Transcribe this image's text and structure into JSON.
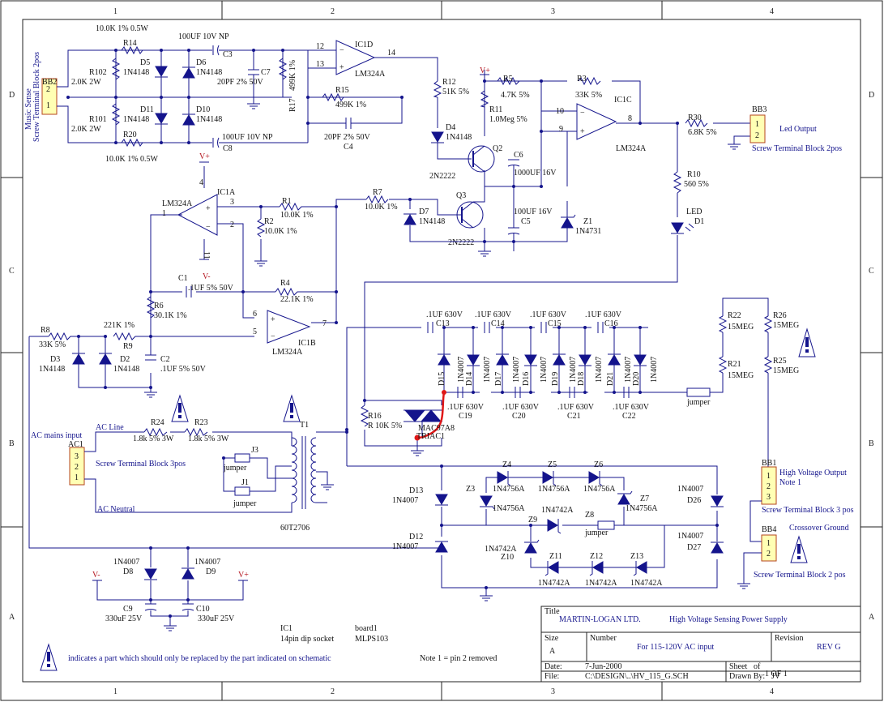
{
  "zones": {
    "columns": [
      "1",
      "2",
      "3",
      "4"
    ],
    "rows": [
      "D",
      "C",
      "B",
      "A"
    ]
  },
  "connectors": {
    "bb2": {
      "ref": "BB2",
      "pins": [
        "2",
        "1"
      ],
      "side_label_1": "Music Sense",
      "side_label_2": "Screw Terminal Block 2pos"
    },
    "bb3": {
      "ref": "BB3",
      "pins": [
        "1",
        "2"
      ],
      "title": "Led Output",
      "desc": "Screw Terminal Block 2pos"
    },
    "ac1": {
      "ref": "AC1",
      "pins": [
        "3",
        "2",
        "1"
      ],
      "title": "AC mains input",
      "desc": "Screw Terminal Block 3pos",
      "line": "AC Line",
      "neutral": "AC Neutral"
    },
    "bb1": {
      "ref": "BB1",
      "pins": [
        "1",
        "2",
        "3"
      ],
      "title": "High Voltage Output",
      "note": "Note 1",
      "desc": "Screw Terminal Block 3 pos"
    },
    "bb4": {
      "ref": "BB4",
      "pins": [
        "1",
        "2"
      ],
      "title": "Crossover Ground",
      "desc": "Screw Terminal Block 2 pos"
    }
  },
  "parts": {
    "r14": "R14",
    "r14v": "10.0K 1% 0.5W",
    "r20": "R20",
    "r20v": "10.0K 1% 0.5W",
    "r102": "R102",
    "r102v": "2.0K 2W",
    "r101": "R101",
    "r101v": "2.0K 2W",
    "d5": "D5",
    "d5v": "1N4148",
    "d6": "D6",
    "d6v": "1N4148",
    "d11": "D11",
    "d11v": "1N4148",
    "d10": "D10",
    "d10v": "1N4148",
    "c3": "C3",
    "c3v": "100UF 10V NP",
    "c8": "C8",
    "c8v": "100UF 10V NP",
    "c7": "C7",
    "c7v": "20PF 2% 50V",
    "r17": "R17",
    "r17v": "499K 1%",
    "ic1d": "IC1D",
    "ic1dv": "LM324A",
    "pin12": "12",
    "pin13": "13",
    "pin14": "14",
    "r15": "R15",
    "r15v": "499K 1%",
    "c4": "C4",
    "c4v": "20PF 2% 50V",
    "r12": "R12",
    "r12v": "51K 5%",
    "d4": "D4",
    "d4v": "1N4148",
    "q2": "Q2",
    "q2v": "2N2222",
    "q3": "Q3",
    "q3v": "2N2222",
    "vplus": "V+",
    "vminus": "V-",
    "r5": "R5",
    "r5v": "4.7K 5%",
    "r3": "R3",
    "r3v": "33K 5%",
    "r11": "R11",
    "r11v": "1.0Meg 5%",
    "c6": "C6",
    "c6v": "1000UF 16V",
    "c5": "C5",
    "c5v": "100UF 16V",
    "z1": "Z1",
    "z1v": "1N4731",
    "ic1c": "IC1C",
    "ic1cv": "LM324A",
    "pin10": "10",
    "pin9": "9",
    "pin8": "8",
    "r30": "R30",
    "r30v": "6.8K 5%",
    "r10": "R10",
    "r10v": "560 5%",
    "d1": "D1",
    "d1v": "LED",
    "ic1a": "IC1A",
    "ic1av": "LM324A",
    "pin4": "4",
    "pin3": "3",
    "pin2": "2",
    "pin1": "1",
    "pin11": "11",
    "r1": "R1",
    "r1v": "10.0K 1%",
    "r2": "R2",
    "r2v": "10.0K 1%",
    "r7": "R7",
    "r7v": "10.0K 1%",
    "d7": "D7",
    "d7v": "1N4148",
    "c1": "C1",
    "c1v": ".1UF 5% 50V",
    "r4": "R4",
    "r4v": "22.1K 1%",
    "r6": "R6",
    "r6v": "30.1K 1%",
    "ic1b": "IC1B",
    "ic1bv": "LM324A",
    "pin6": "6",
    "pin5": "5",
    "pin7": "7",
    "r8": "R8",
    "r8v": "33K 5%",
    "r9": "R9",
    "r9v": "221K 1%",
    "d3": "D3",
    "d3v": "1N4148",
    "d2": "D2",
    "d2v": "1N4148",
    "c2": "C2",
    "c2v": ".1UF 5% 50V",
    "c13": "C13",
    "c14": "C14",
    "c15": "C15",
    "c16": "C16",
    "c19": "C19",
    "c20": "C20",
    "c21": "C21",
    "c22": "C22",
    "c630": ".1UF 630V",
    "d15": "D15",
    "d14": "D14",
    "d17": "D17",
    "d16": "D16",
    "d19": "D19",
    "d18": "D18",
    "d21": "D21",
    "d20": "D20",
    "d1n4007": "1N4007",
    "r22": "R22",
    "r21": "R21",
    "r26": "R26",
    "r25": "R25",
    "r15meg": "15MEG",
    "jumper": "jumper",
    "r16": "R16",
    "r16v": "R 10K 5%",
    "triac": "MAC97A8",
    "triac_ref": "TRIAC1",
    "r24": "R24",
    "r24v": "1.8k 5% 3W",
    "r23": "R23",
    "r23v": "1.8k 5% 3W",
    "t1": "T1",
    "t1v": "60T2706",
    "j3": "J3",
    "j1": "J1",
    "d13": "D13",
    "d12": "D12",
    "d26": "D26",
    "d27": "D27",
    "z4": "Z4",
    "z5": "Z5",
    "z6": "Z6",
    "z7": "Z7",
    "z3": "Z3",
    "z9": "Z9",
    "z8": "Z8",
    "z10": "Z10",
    "z11": "Z11",
    "z12": "Z12",
    "z13": "Z13",
    "n4756": "1N4756A",
    "n4742": "1N4742A",
    "d8": "D8",
    "d9": "D9",
    "c9": "C9",
    "c9v": "330uF 25V",
    "c10": "C10",
    "c10v": "330uF 25V"
  },
  "notes": {
    "ic1": "IC1",
    "ic1_desc": "14pin dip socket",
    "board": "board1",
    "board_desc": "MLPS103",
    "caution": "indicates a part which should only be replaced by the part indicated on schematic",
    "note1": "Note 1 = pin 2 removed"
  },
  "title_block": {
    "title_label": "Title",
    "company": "MARTIN-LOGAN LTD.",
    "title": "High Voltage Sensing Power Supply",
    "size_label": "Size",
    "size": "A",
    "number_label": "Number",
    "number": "For 115-120V AC input",
    "revision_label": "Revision",
    "revision": "REV G",
    "date_label": "Date:",
    "date": "7-Jun-2000",
    "sheet_label": "Sheet",
    "of_label": "of",
    "sheet": "1 OF 1",
    "file_label": "File:",
    "file": "C:\\DESIGN\\..\\HV_115_G.SCH",
    "drawn_label": "Drawn By:",
    "drawn": "JV"
  }
}
